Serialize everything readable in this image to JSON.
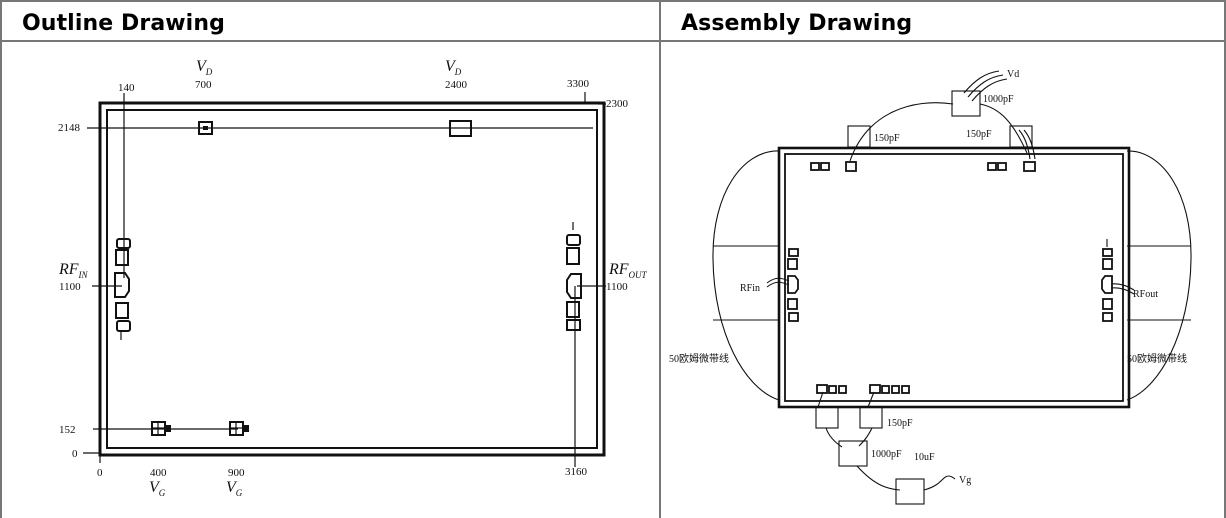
{
  "sections": {
    "left_title": "Outline Drawing",
    "right_title": "Assembly Drawing"
  },
  "outline": {
    "labels": {
      "x140": "140",
      "vd1": "V",
      "vd1_sub": "D",
      "x700": "700",
      "vd2": "V",
      "vd2_sub": "D",
      "x2400": "2400",
      "x3300": "3300",
      "y2300": "2300",
      "y2148": "2148",
      "rfin": "RF",
      "rfin_sub": "IN",
      "y1100_left": "1100",
      "rfout": "RF",
      "rfout_sub": "OUT",
      "y1100_right": "1100",
      "y152": "152",
      "y0": "0",
      "x0": "0",
      "x400": "400",
      "x900": "900",
      "x3160": "3160",
      "vg1": "V",
      "vg1_sub": "G",
      "vg2": "V",
      "vg2_sub": "G"
    }
  },
  "assembly": {
    "labels": {
      "vd": "Vd",
      "c1000_top": "1000pF",
      "c150_left": "150pF",
      "c150_right": "150pF",
      "rfin": "RFin",
      "rfout": "RFout",
      "line_left": "50欧姆微带线",
      "line_right": "50欧姆微带线",
      "c150_bottom": "150pF",
      "c1000_bottom": "1000pF",
      "c10u": "10uF",
      "vg": "Vg"
    }
  }
}
